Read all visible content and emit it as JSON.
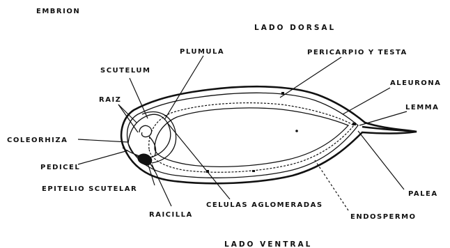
{
  "title": "EMBRION",
  "regions": {
    "dorsal": "LADO DORSAL",
    "ventral": "LADO VENTRAL"
  },
  "labels": {
    "plumula": "PLUMULA",
    "pericarpio": "PERICARPIO Y TESTA",
    "scutelum": "SCUTELUM",
    "aleurona": "ALEURONA",
    "raiz": "RAIZ",
    "lemma": "LEMMA",
    "coleorhiza": "COLEORHIZA",
    "pedicel": "PEDICEL",
    "epitelio": "EPITELIO SCUTELAR",
    "raicilla": "RAICILLA",
    "celulas": "CELULAS AGLOMERADAS",
    "endospermo": "ENDOSPERMO",
    "palea": "PALEA"
  }
}
